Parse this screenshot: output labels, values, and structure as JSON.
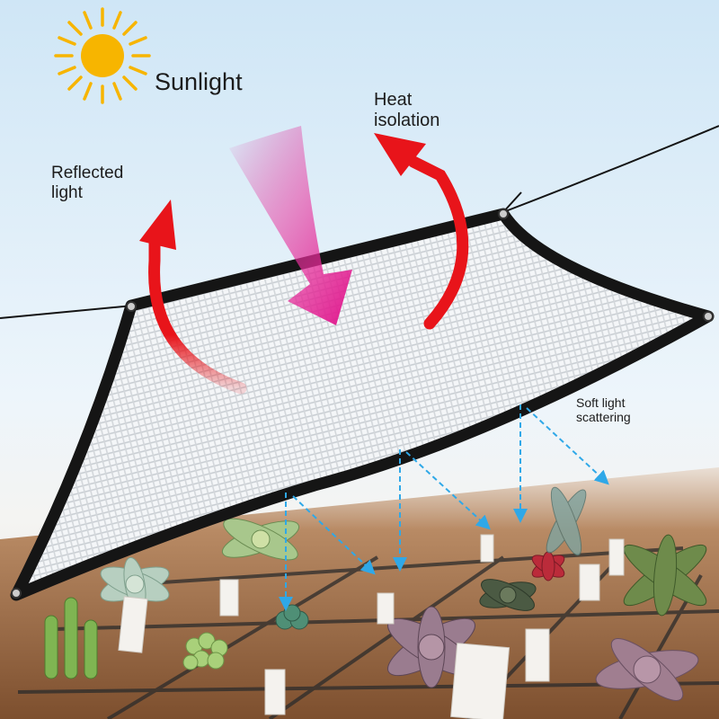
{
  "labels": {
    "sunlight": "Sunlight",
    "heat_isolation": "Heat isolation",
    "reflected_light": "Reflected light",
    "soft_light_scattering": "Soft light scattering"
  },
  "icons": {
    "sun": "sun-icon",
    "incoming_arrow": "incoming-sunlight-arrow",
    "heat_arrow": "heat-isolation-arrow",
    "reflect_arrow": "reflected-light-arrow",
    "scatter_arrows": "scattering-arrows"
  },
  "colors": {
    "sun": "#f7b500",
    "red_arrow": "#e8141a",
    "pink_arrow": "#e0158c",
    "scatter": "#2fa8e8",
    "net_border": "#161616",
    "soil": "#8c5a36"
  }
}
